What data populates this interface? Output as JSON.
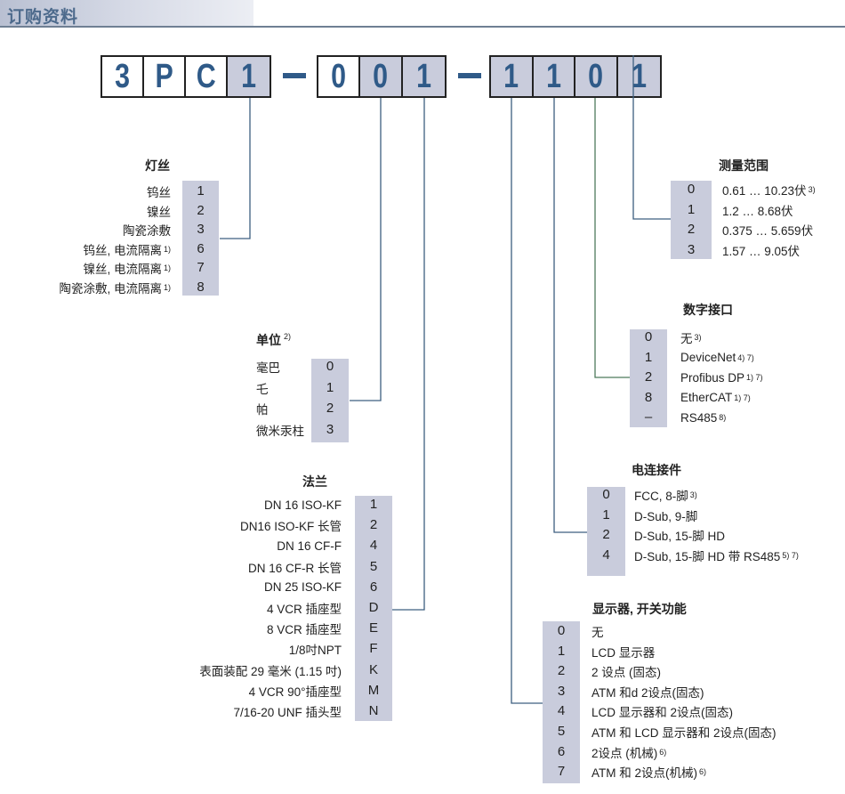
{
  "header": {
    "title": "订购资料"
  },
  "code": {
    "group1": [
      {
        "ch": "3",
        "sel": false
      },
      {
        "ch": "P",
        "sel": false
      },
      {
        "ch": "C",
        "sel": false
      },
      {
        "ch": "1",
        "sel": true
      }
    ],
    "group2": [
      {
        "ch": "0",
        "sel": false
      },
      {
        "ch": "0",
        "sel": true
      },
      {
        "ch": "1",
        "sel": true
      }
    ],
    "group3": [
      {
        "ch": "1",
        "sel": true
      },
      {
        "ch": "1",
        "sel": true
      },
      {
        "ch": "0",
        "sel": true
      },
      {
        "ch": "1",
        "sel": true
      }
    ]
  },
  "filament": {
    "title": "灯丝",
    "items": [
      {
        "code": "1",
        "label": "钨丝",
        "note": ""
      },
      {
        "code": "2",
        "label": "镍丝",
        "note": ""
      },
      {
        "code": "3",
        "label": "陶瓷涂敷",
        "note": ""
      },
      {
        "code": "6",
        "label": "钨丝, 电流隔离",
        "note": "1)"
      },
      {
        "code": "7",
        "label": "镍丝, 电流隔离",
        "note": "1)"
      },
      {
        "code": "8",
        "label": "陶瓷涂敷, 电流隔离",
        "note": "1)"
      }
    ]
  },
  "unit": {
    "title": "单位",
    "title_note": "2)",
    "items": [
      {
        "code": "0",
        "label": "毫巴",
        "note": ""
      },
      {
        "code": "1",
        "label": "乇",
        "note": ""
      },
      {
        "code": "2",
        "label": "帕",
        "note": ""
      },
      {
        "code": "3",
        "label": "微米汞柱",
        "note": ""
      }
    ]
  },
  "flange": {
    "title": "法兰",
    "items": [
      {
        "code": "1",
        "label": "DN 16 ISO-KF",
        "note": ""
      },
      {
        "code": "2",
        "label": "DN16 ISO-KF 长管",
        "note": ""
      },
      {
        "code": "4",
        "label": "DN 16 CF-F",
        "note": ""
      },
      {
        "code": "5",
        "label": "DN 16 CF-R 长管",
        "note": ""
      },
      {
        "code": "6",
        "label": "DN 25 ISO-KF",
        "note": ""
      },
      {
        "code": "D",
        "label": "4 VCR 插座型",
        "note": ""
      },
      {
        "code": "E",
        "label": "8 VCR 插座型",
        "note": ""
      },
      {
        "code": "F",
        "label": "1/8吋NPT",
        "note": ""
      },
      {
        "code": "K",
        "label": "表面装配 29 毫米 (1.15 吋)",
        "note": ""
      },
      {
        "code": "M",
        "label": "4 VCR 90°插座型",
        "note": ""
      },
      {
        "code": "N",
        "label": "7/16-20 UNF 插头型",
        "note": ""
      }
    ]
  },
  "range": {
    "title": "测量范围",
    "items": [
      {
        "code": "0",
        "label": "0.61 … 10.23伏",
        "note": "3)"
      },
      {
        "code": "1",
        "label": "1.2 … 8.68伏",
        "note": ""
      },
      {
        "code": "2",
        "label": "0.375 … 5.659伏",
        "note": ""
      },
      {
        "code": "3",
        "label": "1.57 … 9.05伏",
        "note": ""
      }
    ]
  },
  "digital": {
    "title": "数字接口",
    "items": [
      {
        "code": "0",
        "label": "无",
        "note": "3)"
      },
      {
        "code": "1",
        "label": "DeviceNet",
        "note": "4) 7)"
      },
      {
        "code": "2",
        "label": "Profibus DP",
        "note": "1) 7)"
      },
      {
        "code": "8",
        "label": "EtherCAT",
        "note": "1) 7)"
      },
      {
        "code": "–",
        "label": "RS485",
        "note": "8)"
      }
    ]
  },
  "connector": {
    "title": "电连接件",
    "items": [
      {
        "code": "0",
        "label": "FCC,    8-脚",
        "note": "3)"
      },
      {
        "code": "1",
        "label": "D-Sub, 9-脚",
        "note": ""
      },
      {
        "code": "2",
        "label": "D-Sub, 15-脚 HD",
        "note": ""
      },
      {
        "code": "4",
        "label": "D-Sub, 15-脚 HD 带 RS485",
        "note": "5) 7)"
      }
    ]
  },
  "display": {
    "title": "显示器, 开关功能",
    "items": [
      {
        "code": "0",
        "label": "无",
        "note": ""
      },
      {
        "code": "1",
        "label": "LCD 显示器",
        "note": ""
      },
      {
        "code": "2",
        "label": "2 设点 (固态)",
        "note": ""
      },
      {
        "code": "3",
        "label": "ATM 和d 2设点(固态)",
        "note": ""
      },
      {
        "code": "4",
        "label": "LCD 显示器和 2设点(固态)",
        "note": ""
      },
      {
        "code": "5",
        "label": "ATM 和 LCD 显示器和 2设点(固态)",
        "note": ""
      },
      {
        "code": "6",
        "label": "2设点 (机械)",
        "note": "6)"
      },
      {
        "code": "7",
        "label": "ATM 和 2设点(机械)",
        "note": "6)"
      }
    ]
  },
  "colors": {
    "accent": "#2f5a88",
    "box": "#c9ccdc",
    "line": "#3d5f80",
    "line_green": "#4d7a5c"
  }
}
